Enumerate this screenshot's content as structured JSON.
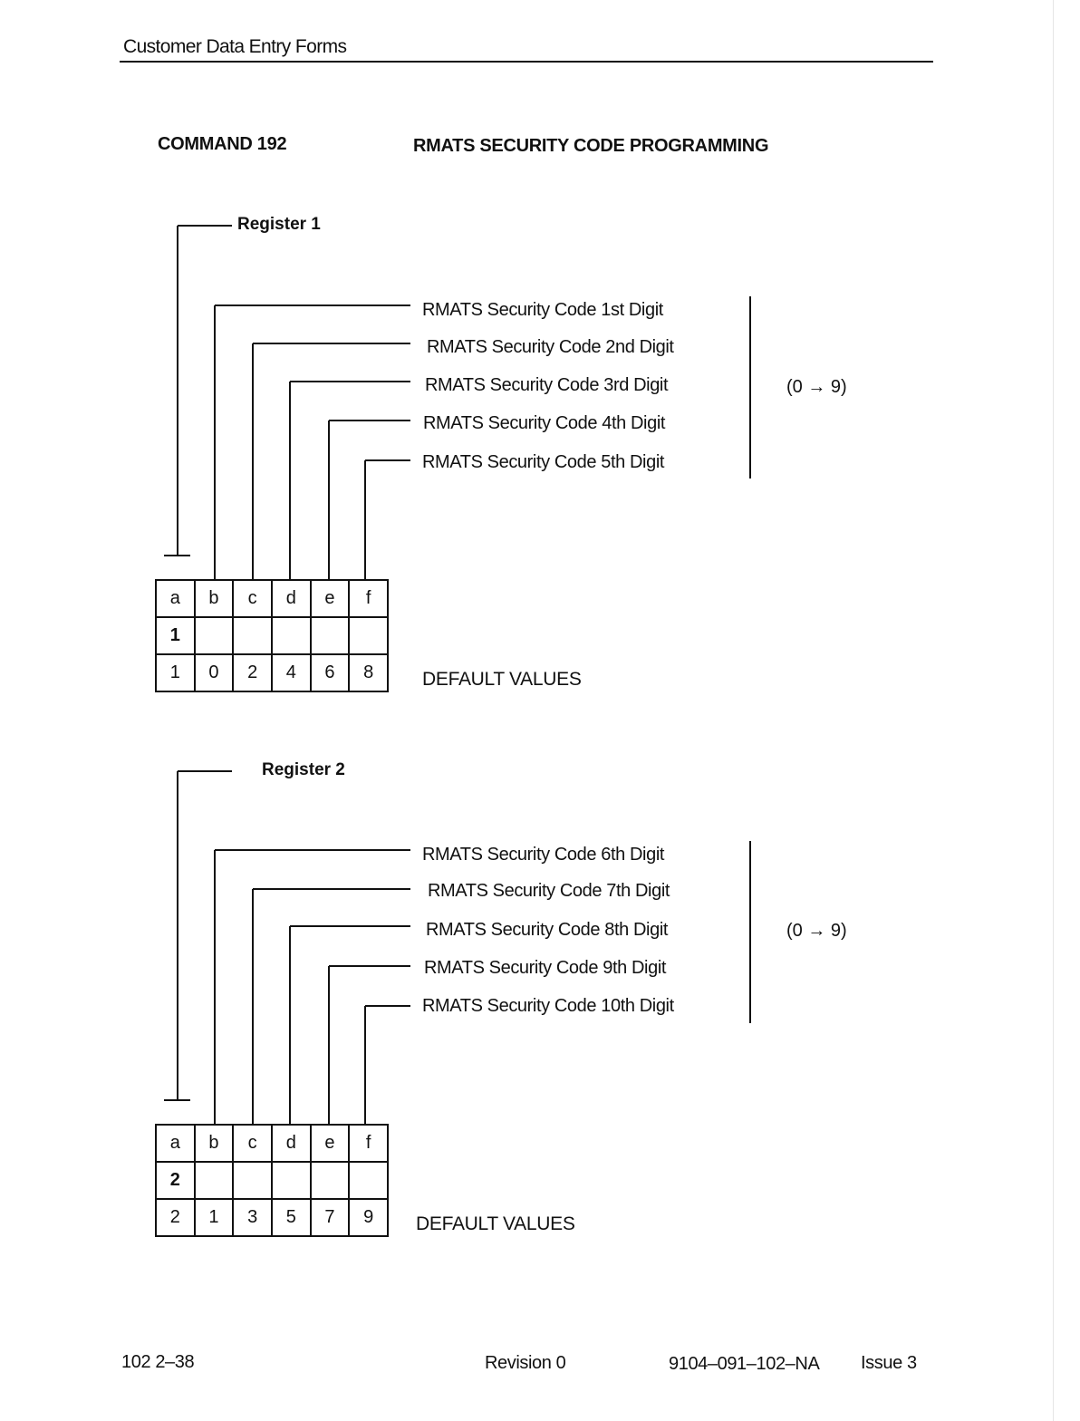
{
  "header": {
    "title": "Customer Data Entry Forms"
  },
  "command": {
    "label": "COMMAND 192",
    "title": "RMATS SECURITY CODE PROGRAMMING"
  },
  "sections": [
    {
      "register_label": "Register 1",
      "fields": [
        "RMATS Security Code 1st Digit",
        "RMATS Security Code 2nd Digit",
        "RMATS Security Code 3rd Digit",
        "RMATS Security Code 4th Digit",
        "RMATS Security Code 5th Digit"
      ],
      "range": "(0 → 9)",
      "columns": [
        "a",
        "b",
        "c",
        "d",
        "e",
        "f"
      ],
      "entry_row": [
        "1",
        "",
        "",
        "",
        "",
        ""
      ],
      "default_row": [
        "1",
        "0",
        "2",
        "4",
        "6",
        "8"
      ],
      "defaults_label": "DEFAULT VALUES"
    },
    {
      "register_label": "Register 2",
      "fields": [
        "RMATS Security Code 6th Digit",
        "RMATS Security Code 7th Digit",
        "RMATS Security Code 8th Digit",
        "RMATS Security Code 9th Digit",
        "RMATS Security Code 10th Digit"
      ],
      "range": "(0 → 9)",
      "columns": [
        "a",
        "b",
        "c",
        "d",
        "e",
        "f"
      ],
      "entry_row": [
        "2",
        "",
        "",
        "",
        "",
        ""
      ],
      "default_row": [
        "2",
        "1",
        "3",
        "5",
        "7",
        "9"
      ],
      "defaults_label": "DEFAULT VALUES"
    }
  ],
  "footer": {
    "page": "102 2–38",
    "revision": "Revision 0",
    "doc_number": "9104–091–102–NA",
    "issue": "Issue 3"
  }
}
